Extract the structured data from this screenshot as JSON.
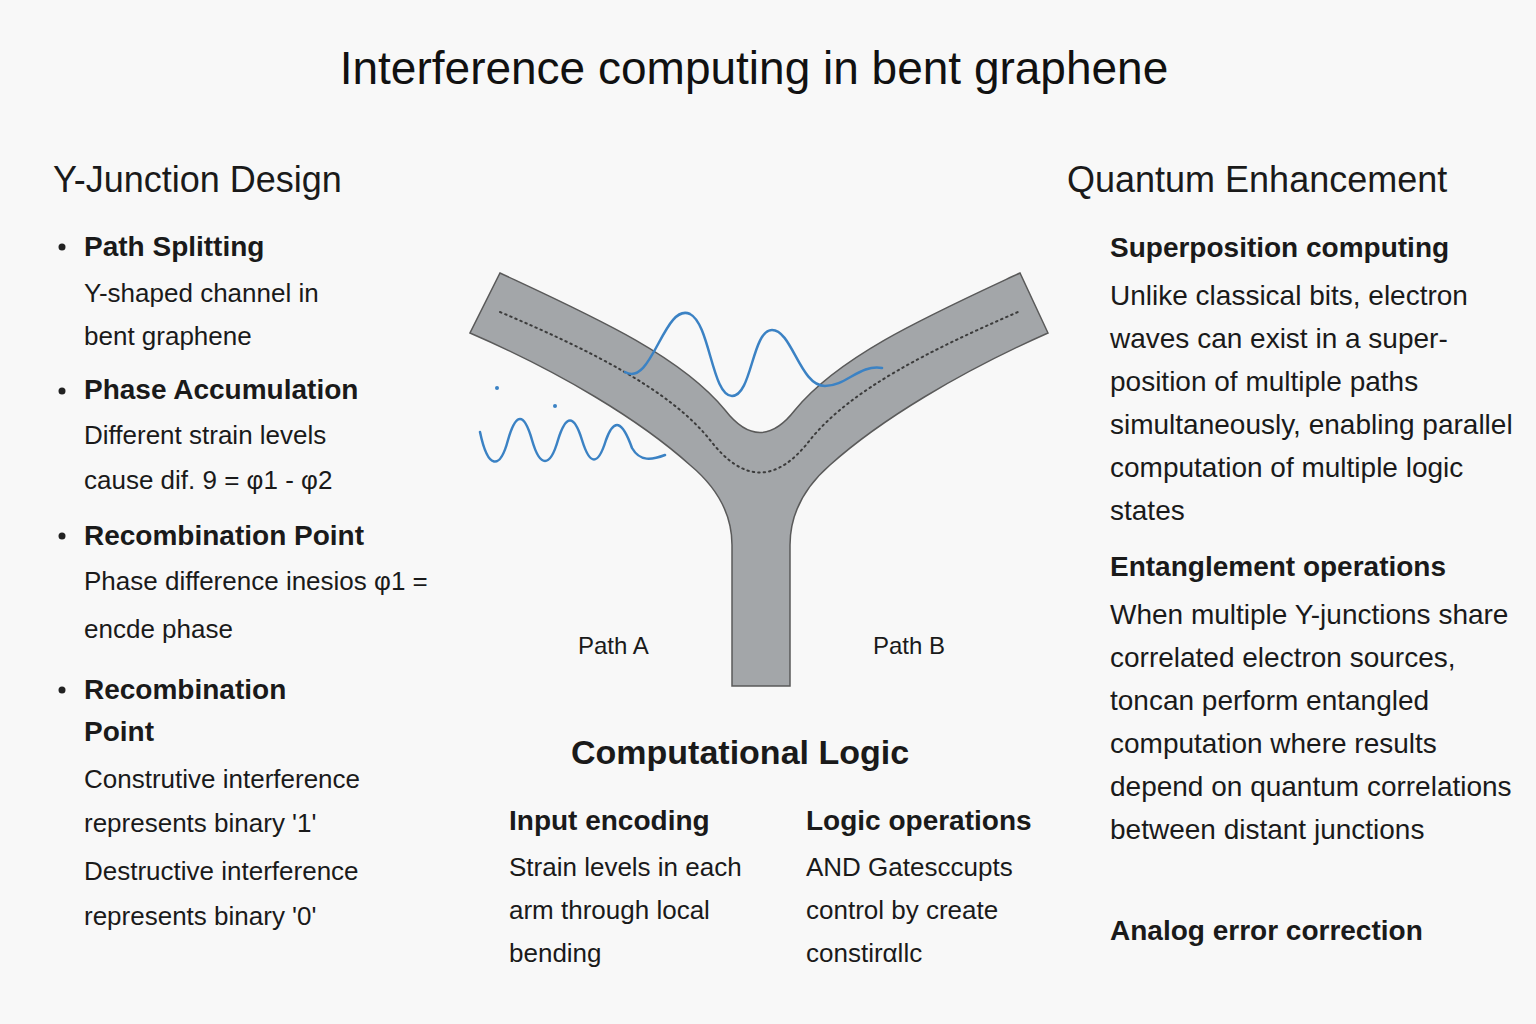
{
  "diagram": {
    "title": "Interference computing in bent graphene",
    "labels": [
      "Y-Junction Design",
      "Path Splitting",
      "Y-shaped channel in bent graphene",
      "Phase Accumulation",
      "Different strain levels cause dif. 9 = φ1 - φ2",
      "Recombination Point",
      "Phase difference inesios φ1 = encde phase",
      "Recombination Point",
      "Construtive interference represents binary '1'",
      "Destructive interference represents binary '0'",
      "Path A",
      "Path B",
      "Computational Logic",
      "Input encoding",
      "Strain levels in each arm through local bending",
      "Logic operations",
      "AND Gatesccupts control by create constirαllc",
      "Quantum Enhancement",
      "Superposition computing",
      "Unlike classical bits, electron waves can exist in a super-position of multiple paths simultaneously, enabling parallel computation of multiple logic states",
      "Entanglement operations",
      "When multiple Y-junctions share correlated electron sources, toncan perform entangled computation where results depend on quantum correlations between distant junctions",
      "Analog error correction"
    ]
  }
}
